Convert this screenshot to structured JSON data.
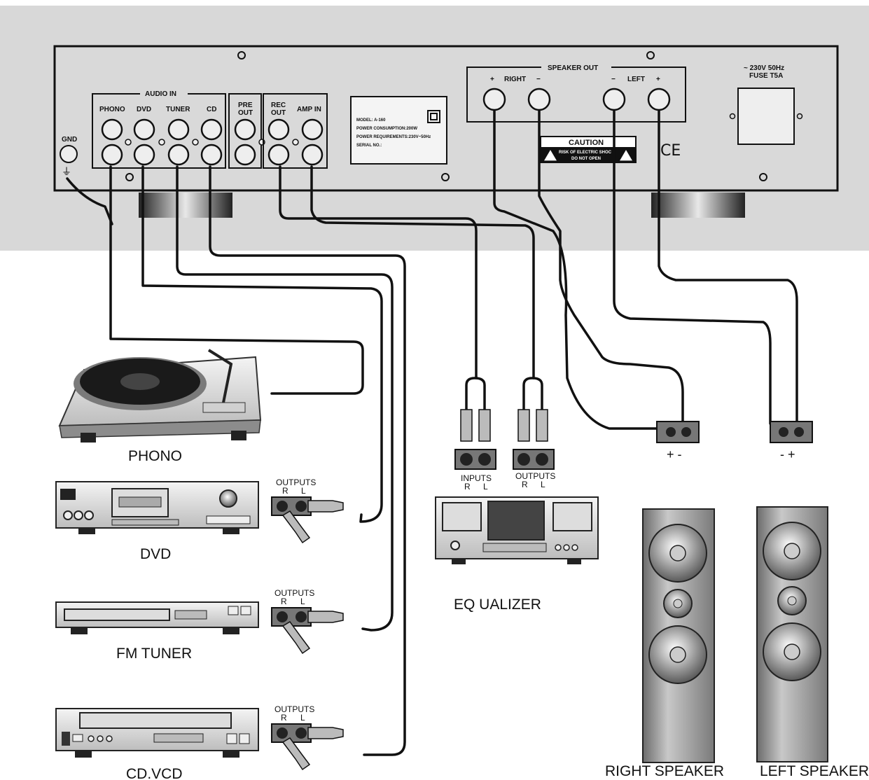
{
  "amplifier_panel": {
    "gnd_label": "GND",
    "audio_in_label": "AUDIO IN",
    "phono_label": "PHONO",
    "dvd_label": "DVD",
    "tuner_label": "TUNER",
    "cd_label": "CD",
    "pre_label": "PRE",
    "out_label": "OUT",
    "rec_label": "REC",
    "rec_out_label": "OUT",
    "amp_in_label": "AMP IN",
    "speaker_out_label": "SPEAKER OUT",
    "plus_label": "+",
    "minus_label": "−",
    "right_label": "RIGHT",
    "left_label": "LEFT",
    "power_label": "~ 230V 50Hz",
    "fuse_label": "FUSE T5A",
    "caution_label": "CAUTION",
    "caution_line1": "RISK OF ELECTRIC SHOC",
    "caution_line2": "DO NOT OPEN",
    "ce_label": "CE",
    "info_plate": {
      "model": "MODEL: A-160",
      "consumption": "POWER CONSUMPTION:200W",
      "requirements": "POWER REQUIREMENTS:230V~50Hz",
      "serial": "SERIAL NO.:"
    }
  },
  "devices": {
    "phono": "PHONO",
    "dvd": "DVD",
    "fm_tuner": "FM TUNER",
    "cd_vcd": "CD.VCD",
    "equalizer": "EQ UALIZER",
    "right_speaker": "RIGHT SPEAKER",
    "left_speaker": "LEFT SPEAKER"
  },
  "connectors": {
    "outputs_label": "OUTPUTS",
    "inputs_label": "INPUTS",
    "r_label": "R",
    "l_label": "L",
    "right_terminal_label": "+ -",
    "left_terminal_label": "- +"
  }
}
